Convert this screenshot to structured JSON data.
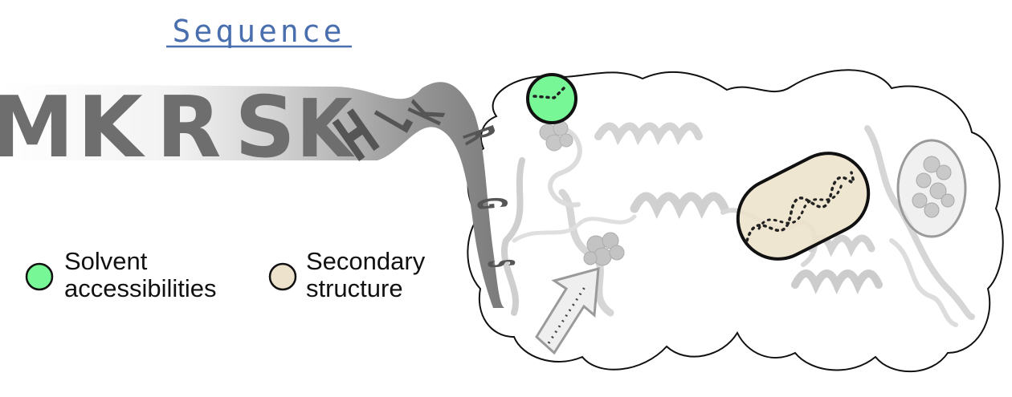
{
  "title": "Sequence",
  "sequence_letters": [
    "M",
    "K",
    "R",
    "S",
    "K",
    "H",
    "L",
    "K",
    "R",
    "G",
    "S"
  ],
  "legend": [
    {
      "line1": "Solvent",
      "line2": "accessibilities",
      "color": "#77f796"
    },
    {
      "line1": "Secondary",
      "line2": "structure",
      "color": "#ede3cc"
    }
  ],
  "colors": {
    "title": "#4a6fae",
    "sequence": "#6e6e6e",
    "solvent": "#77f796",
    "secondary": "#ede3cc",
    "ribbon": "#d8d8d8",
    "outline": "#111111"
  }
}
